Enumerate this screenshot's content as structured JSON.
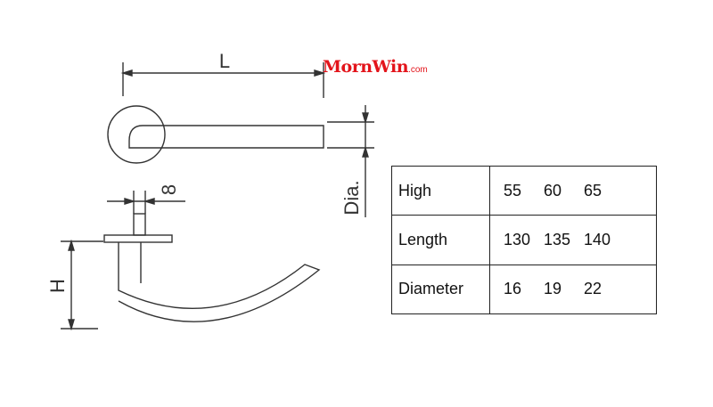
{
  "brand": {
    "name": "MornWin",
    "suffix": ".com",
    "color": "#e3141b"
  },
  "dimensions": {
    "length": "L",
    "diameter": "Dia.",
    "offset": "8",
    "height": "H"
  },
  "table": {
    "rows": [
      {
        "label": "High",
        "values": [
          "55",
          "60",
          "65"
        ]
      },
      {
        "label": "Length",
        "values": [
          "130",
          "135",
          "140"
        ]
      },
      {
        "label": "Diameter",
        "values": [
          "16",
          "19",
          "22"
        ]
      }
    ]
  }
}
